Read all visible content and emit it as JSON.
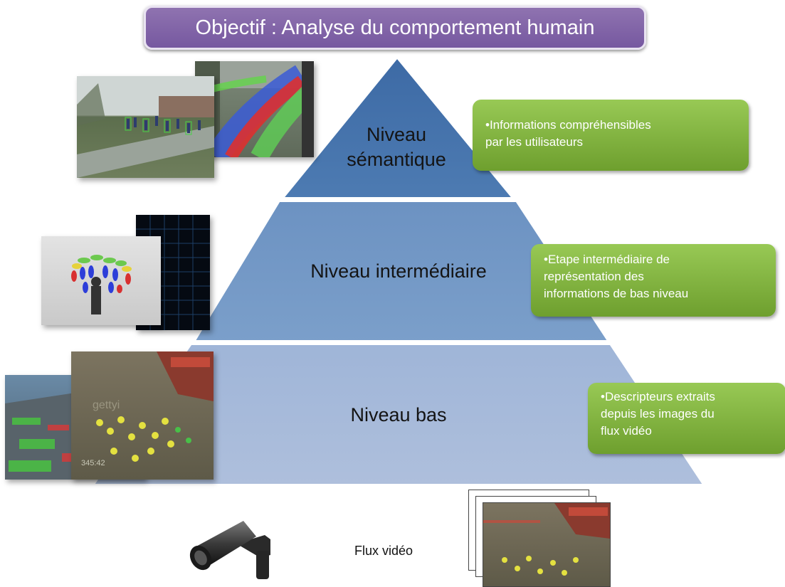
{
  "title": "Objectif : Analyse du comportement humain",
  "levels": {
    "top": [
      "Niveau",
      "sémantique"
    ],
    "middle": "Niveau intermédiaire",
    "bottom": "Niveau bas"
  },
  "notes": {
    "top": [
      "•Informations compréhensibles",
      "par les utilisateurs"
    ],
    "middle": [
      "•Etape intermédiaire de",
      "représentation des",
      "informations de bas niveau"
    ],
    "bottom": [
      "•Descripteurs  extraits",
      "depuis les images du",
      "flux vidéo"
    ]
  },
  "input": {
    "label": "Flux vidéo"
  },
  "photo_overlays": [
    {
      "text": "345:42"
    },
    {
      "text": "gettyi"
    }
  ],
  "colors": {
    "title_bg": "#7d61a5",
    "tier_top": "#4a78b0",
    "tier_middle": "#7499c6",
    "tier_bottom": "#a7bcdb",
    "note_green": "#83b441"
  },
  "icons": [
    "surveillance-camera-icon",
    "video-frames-stack"
  ]
}
